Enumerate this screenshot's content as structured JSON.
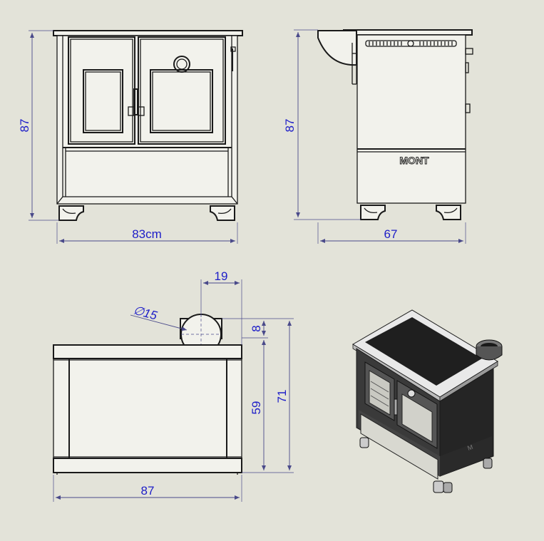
{
  "colors": {
    "background": "#e3e3d9",
    "line": "#1a1a1a",
    "dimension_text": "#1d1dc8",
    "dimension_line": "#4a4a8a"
  },
  "dimensions": {
    "front_height": "87",
    "front_width": "83cm",
    "side_height": "87",
    "side_depth": "67",
    "flue_offset": "19",
    "flue_diameter": "∅15",
    "flue_setback": "8",
    "top_depth_inner": "59",
    "top_depth_total": "71",
    "top_width": "87"
  },
  "brand": {
    "logo_text": "MONT"
  }
}
